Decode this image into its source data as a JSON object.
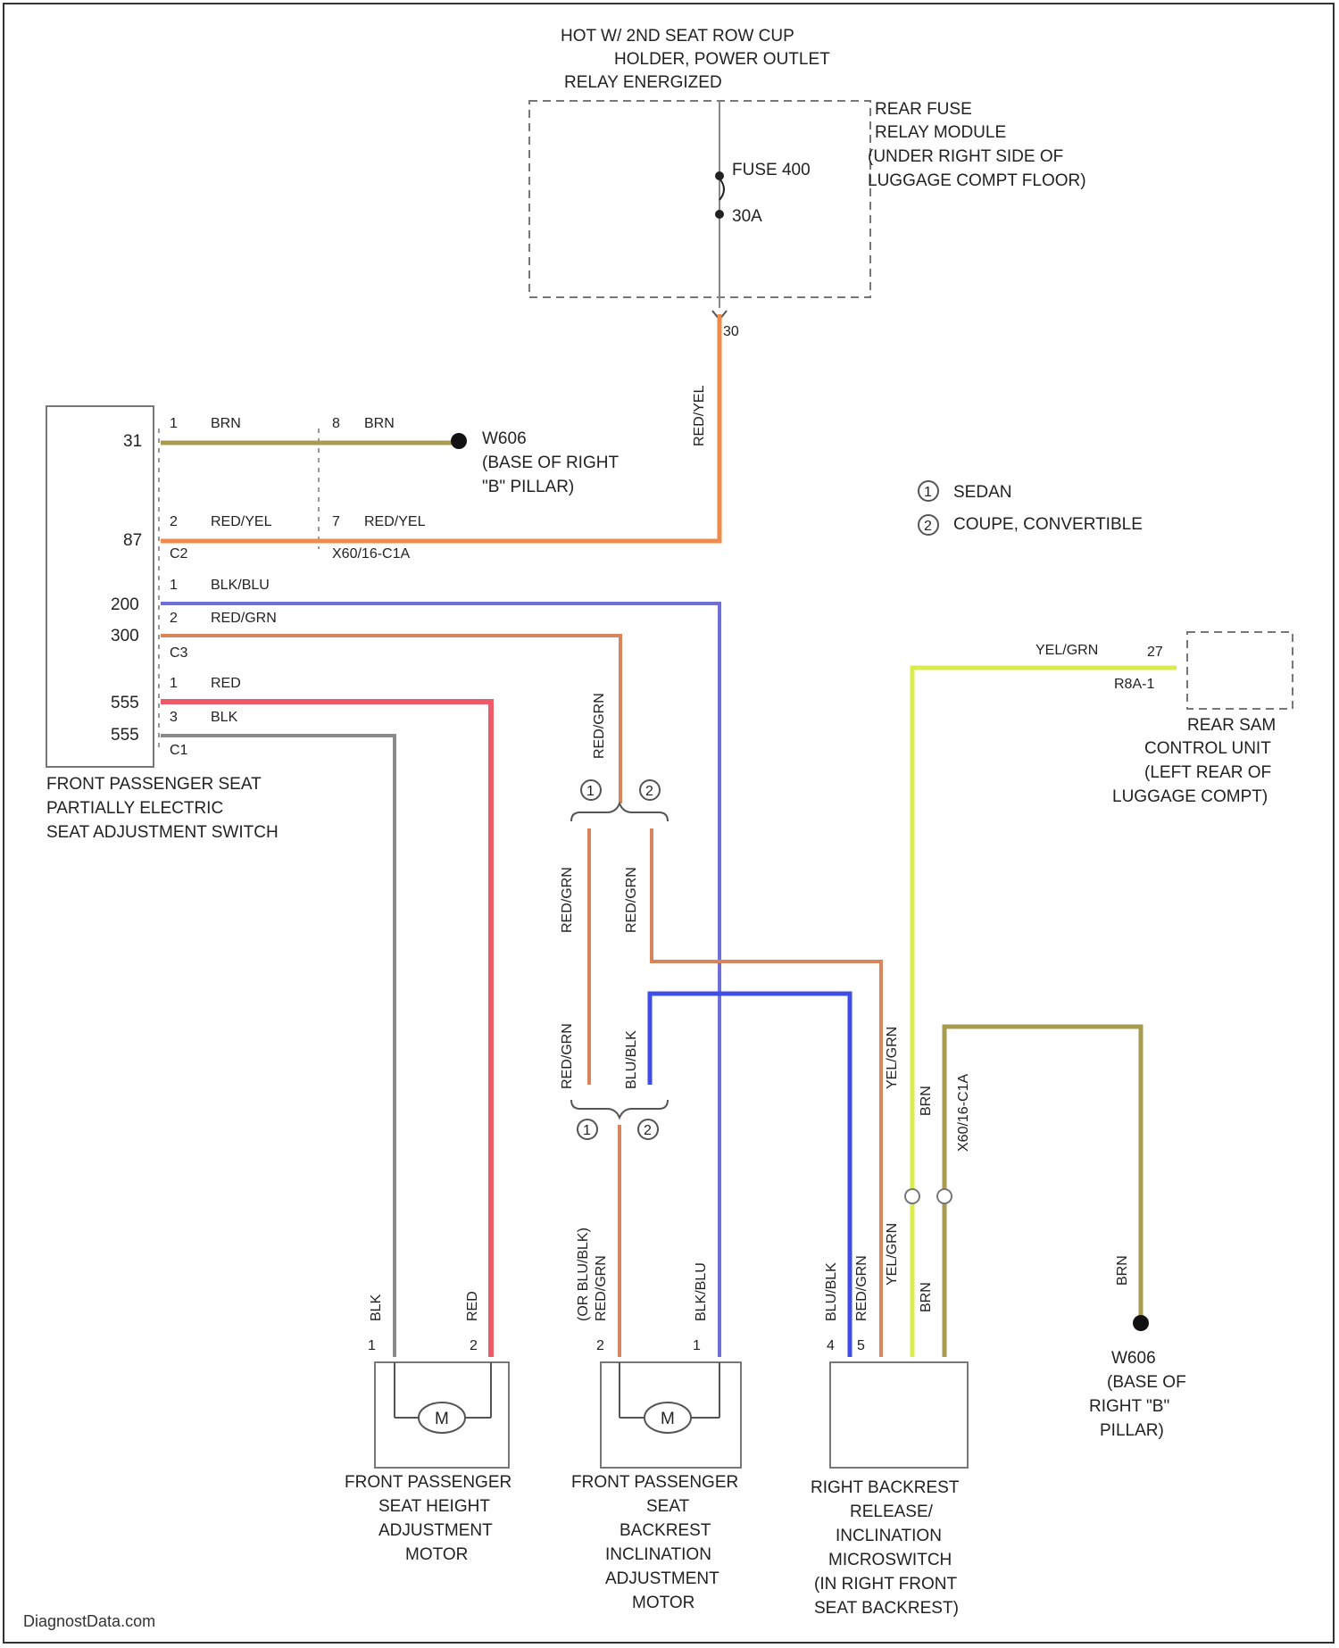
{
  "title_lines": [
    "HOT W/ 2ND SEAT ROW CUP",
    "HOLDER, POWER OUTLET",
    "RELAY ENERGIZED"
  ],
  "rear_fuse_module": {
    "label_lines": [
      "REAR FUSE",
      "RELAY MODULE",
      "(UNDER RIGHT SIDE OF",
      "LUGGAGE COMPT FLOOR)"
    ],
    "fuse_label": "FUSE 400",
    "fuse_rating": "30A",
    "terminal": "30"
  },
  "switch": {
    "label_lines": [
      "FRONT PASSENGER SEAT",
      "PARTIALLY ELECTRIC",
      "SEAT ADJUSTMENT SWITCH"
    ],
    "terminals": [
      "31",
      "87",
      "200",
      "300",
      "555",
      "555"
    ],
    "connectors": [
      "C2",
      "C3",
      "C1"
    ]
  },
  "ground_top": {
    "label_lines": [
      "W606",
      "(BASE OF RIGHT",
      "\"B\" PILLAR)"
    ],
    "connector": "X60/16-C1A"
  },
  "ground_right": {
    "label_lines": [
      "W606",
      "(BASE OF",
      "RIGHT \"B\"",
      "PILLAR)"
    ]
  },
  "legend": [
    {
      "num": "1",
      "text": "SEDAN"
    },
    {
      "num": "2",
      "text": "COUPE, CONVERTIBLE"
    }
  ],
  "rear_sam": {
    "label_lines": [
      "REAR SAM",
      "CONTROL UNIT",
      "(LEFT REAR OF",
      "LUGGAGE COMPT)"
    ],
    "pin": "27",
    "connector": "R8A-1",
    "wire": "YEL/GRN"
  },
  "wires": {
    "brn": "BRN",
    "red_yel": "RED/YEL",
    "blk_blu": "BLK/BLU",
    "red_grn": "RED/GRN",
    "red": "RED",
    "blk": "BLK",
    "blu_blk": "BLU/BLK",
    "yel_grn": "YEL/GRN",
    "blk_blu_alt": "(OR BLU/BLK)",
    "red_grn2": "RED/GRN"
  },
  "pins": {
    "p1": "1",
    "p2": "2",
    "p3": "3",
    "p4": "4",
    "p5": "5",
    "p7": "7",
    "p8": "8"
  },
  "motor_symbol": "M",
  "components": {
    "height_motor": [
      "FRONT PASSENGER",
      "SEAT HEIGHT",
      "ADJUSTMENT",
      "MOTOR"
    ],
    "backrest_motor": [
      "FRONT PASSENGER",
      "SEAT",
      "BACKREST",
      "INCLINATION",
      "ADJUSTMENT",
      "MOTOR"
    ],
    "microswitch": [
      "RIGHT BACKREST",
      "RELEASE/",
      "INCLINATION",
      "MICROSWITCH",
      "(IN RIGHT FRONT",
      "SEAT BACKREST)"
    ]
  },
  "bottom_connector": "X60/16-C1A",
  "footer": "DiagnostData.com",
  "colors": {
    "brn": "#a89a4e",
    "red_yel": "#f08a4a",
    "blk_blu": "#6f6fd8",
    "red_grn": "#d9845a",
    "red": "#ef5a6a",
    "blk": "#8a8a8a",
    "yel_grn": "#d8ec4c",
    "blu": "#3e4ee6"
  }
}
